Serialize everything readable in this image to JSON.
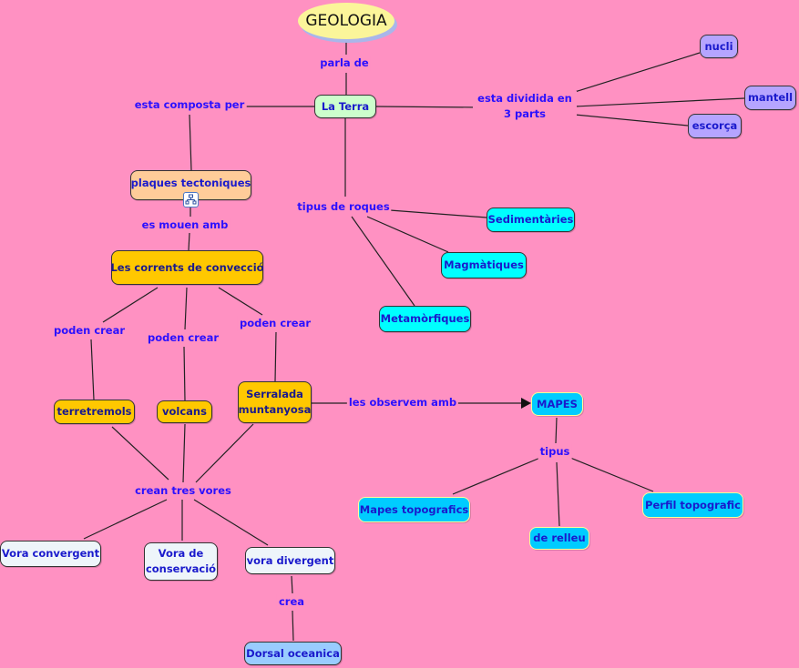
{
  "title": "GEOLOGIA",
  "colors": {
    "background": "#ff91c2",
    "link_text": "#2b10ff",
    "node_text": "#1a1acc"
  },
  "nodes": {
    "root": "GEOLOGIA",
    "la_terra": "La Terra",
    "nucli": "nucli",
    "mantell": "mantell",
    "escorca": "escorça",
    "plaques": "plaques tectoniques",
    "corrents": "Les corrents de convecció",
    "sedimentaries": "Sedimentàries",
    "magmatiques": "Magmàtiques",
    "metamorfiques": "Metamòrfiques",
    "terretremols": "terretremols",
    "volcans": "volcans",
    "serralada": "Serralada muntanyosa",
    "mapes": "MAPES",
    "mapes_topografics": "Mapes topografics",
    "de_relleu": "de relleu",
    "perfil_topografic": "Perfil topografic",
    "vora_convergent": "Vora convergent",
    "vora_conservacio": "Vora de conservació",
    "vora_divergent": "vora divergent",
    "dorsal_oceanica": "Dorsal oceanica"
  },
  "links": {
    "parla_de": "parla de",
    "esta_composta_per": "esta composta per",
    "esta_dividida": "esta dividida en 3 parts",
    "tipus_de_roques": "tipus de roques",
    "es_mouen_amb": "es mouen amb",
    "poden_crear_1": "poden crear",
    "poden_crear_2": "poden crear",
    "poden_crear_3": "poden crear",
    "les_observem_amb": "les observem amb",
    "tipus": "tipus",
    "crean_tres_vores": "crean tres vores",
    "crea": "crea"
  },
  "icons": {
    "submap": "concept-map-icon"
  }
}
